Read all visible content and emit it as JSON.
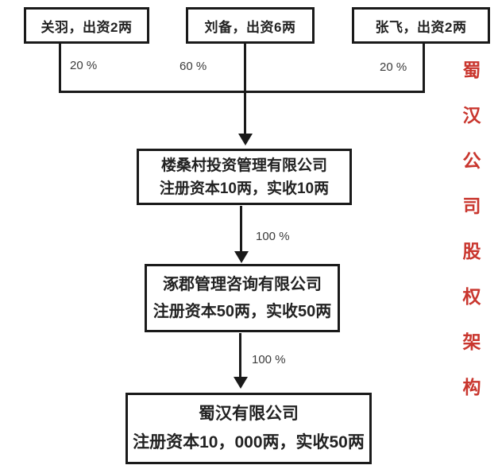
{
  "title_vertical": {
    "text": "蜀汉公司股权架构",
    "color": "#c9362e"
  },
  "shareholders": [
    {
      "name": "关羽，出资2两",
      "ownership": "20 %"
    },
    {
      "name": "刘备，出资6两",
      "ownership": "60 %"
    },
    {
      "name": "张飞，出资2两",
      "ownership": "20 %"
    }
  ],
  "companies": [
    {
      "name": "楼桑村投资管理有限公司",
      "capital": "注册资本10两，实收10两"
    },
    {
      "name": "涿郡管理咨询有限公司",
      "capital": "注册资本50两，实收50两",
      "ownership_in": "100 %"
    },
    {
      "name": "蜀汉有限公司",
      "capital": "注册资本10，000两，实收50两",
      "ownership_in": "100 %"
    }
  ],
  "colors": {
    "line": "#1a1a1a",
    "box_border": "#1a1a1a",
    "box_text": "#222222",
    "percent_text": "#3b3b3b",
    "accent_red": "#c9362e",
    "background": "#ffffff"
  }
}
